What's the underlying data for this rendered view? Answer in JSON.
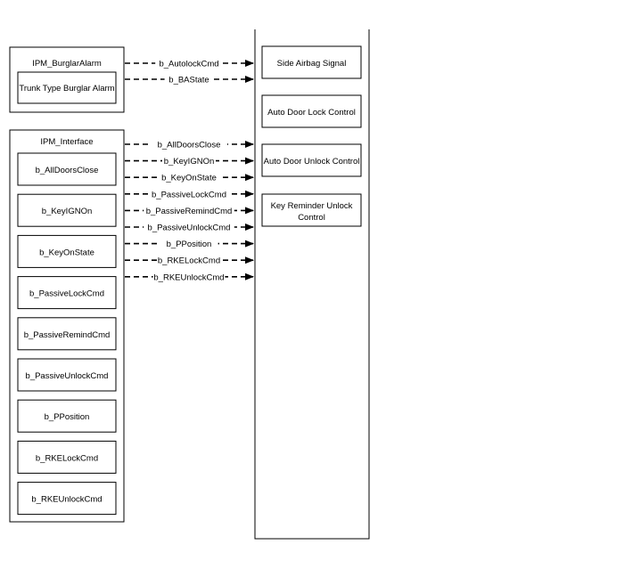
{
  "burglar_block": {
    "title": "IPM_BurglarAlarm",
    "child": "Trunk Type Burglar Alarm"
  },
  "interface_block": {
    "title": "IPM_Interface",
    "children": [
      "b_AllDoorsClose",
      "b_KeyIGNOn",
      "b_KeyOnState",
      "b_PassiveLockCmd",
      "b_PassiveRemindCmd",
      "b_PassiveUnlockCmd",
      "b_PPosition",
      "b_RKELockCmd",
      "b_RKEUnlockCmd"
    ]
  },
  "burglar_signals": [
    "b_AutolockCmd",
    "b_BAState"
  ],
  "interface_signals": [
    "b_AllDoorsClose",
    "b_KeyIGNOn",
    "b_KeyOnState",
    "b_PassiveLockCmd",
    "b_PassiveRemindCmd",
    "b_PassiveUnlockCmd",
    "b_PPosition",
    "b_RKELockCmd",
    "b_RKEUnlockCmd"
  ],
  "target_block": {
    "children": [
      "Side Airbag Signal",
      "Auto Door Lock Control",
      "Auto Door Unlock Control",
      [
        "Key Reminder Unlock",
        "Control"
      ]
    ]
  }
}
